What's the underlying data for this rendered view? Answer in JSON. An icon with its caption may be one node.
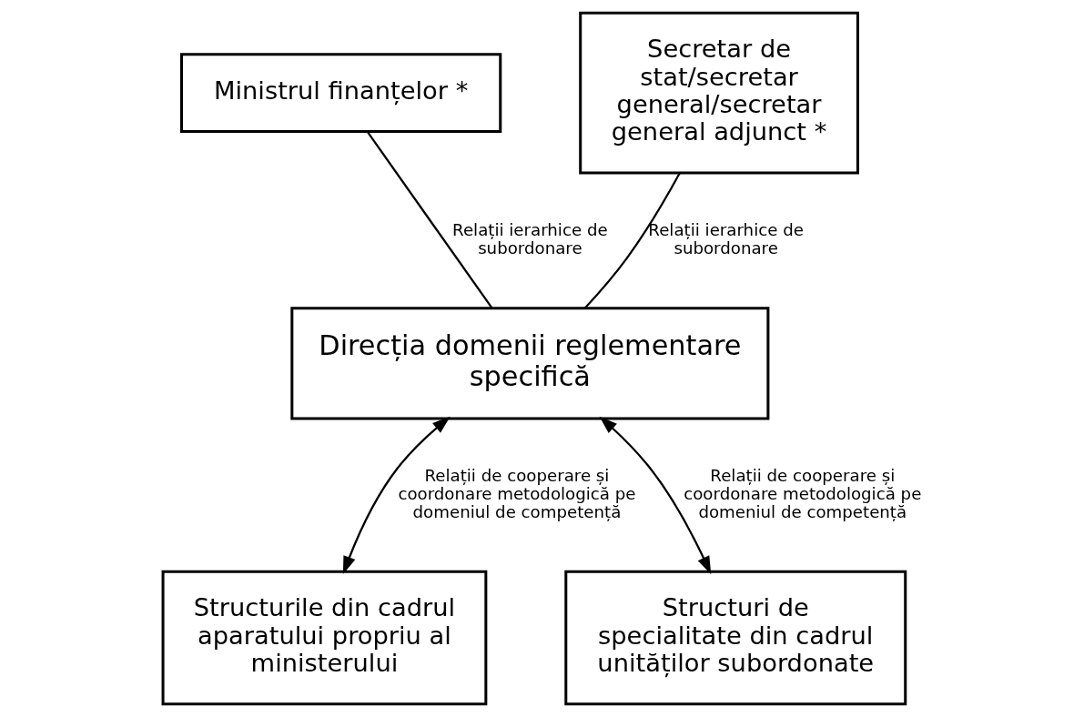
{
  "diagram": {
    "nodes": [
      {
        "text": [
          "Ministrul finanțelor *"
        ]
      },
      {
        "text": [
          "Secretar de stat/secretar general/secretar general adjunct *"
        ]
      },
      {
        "text": [
          "Direcția domenii reglementare specifică"
        ]
      },
      {
        "text": [
          "Structurile din cadrul aparatului propriu al ministerului"
        ]
      },
      {
        "text": [
          "Structuri de specialitate din cadrul unităților subordonate"
        ]
      }
    ],
    "edges": [
      {
        "from": 0,
        "to": 2,
        "arrow": "none",
        "label": "Relații ierarhice de subordonare"
      },
      {
        "from": 1,
        "to": 2,
        "arrow": "none",
        "label": "Relații ierarhice de subordonare"
      },
      {
        "from": 2,
        "to": 3,
        "arrow": "both",
        "label": "Relații de cooperare și coordonare metodologică pe domeniul de competență"
      },
      {
        "from": 2,
        "to": 4,
        "arrow": "both",
        "label": "Relații de cooperare și coordonare metodologică pe domeniul de competență"
      }
    ]
  }
}
